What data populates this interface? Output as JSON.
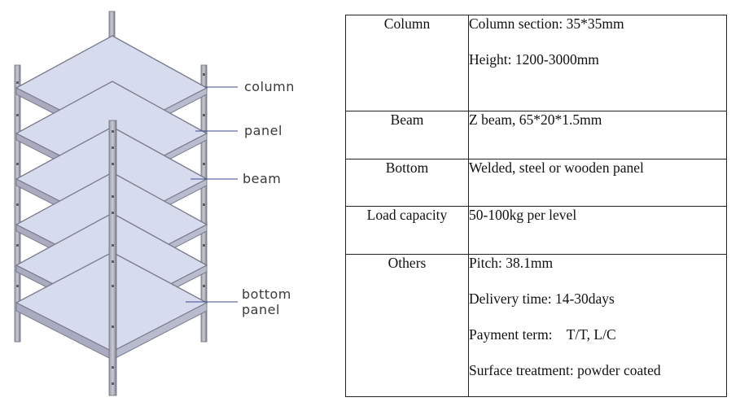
{
  "callouts": {
    "column": "column",
    "panel": "panel",
    "beam": "beam",
    "bottom_panel_line1": "bottom",
    "bottom_panel_line2": "panel"
  },
  "specs": {
    "rows": [
      {
        "key": "Column",
        "lines": [
          "Column section: 35*35mm",
          "Height: 1200-3000mm"
        ]
      },
      {
        "key": "Beam",
        "lines": [
          "Z beam, 65*20*1.5mm"
        ]
      },
      {
        "key": "Bottom",
        "lines": [
          "Welded, steel or wooden panel"
        ]
      },
      {
        "key": "Load capacity",
        "lines": [
          "50-100kg per level"
        ]
      },
      {
        "key": "Others",
        "lines": [
          "Pitch: 38.1mm",
          "Delivery time: 14-30days",
          "Payment term:    T/T, L/C",
          "Surface treatment: powder coated"
        ]
      }
    ]
  },
  "colors": {
    "panel_fill": "#d7dbee",
    "frame": "#7a7c8c",
    "leader_line": "#3c4a8c",
    "table_border": "#222222"
  }
}
